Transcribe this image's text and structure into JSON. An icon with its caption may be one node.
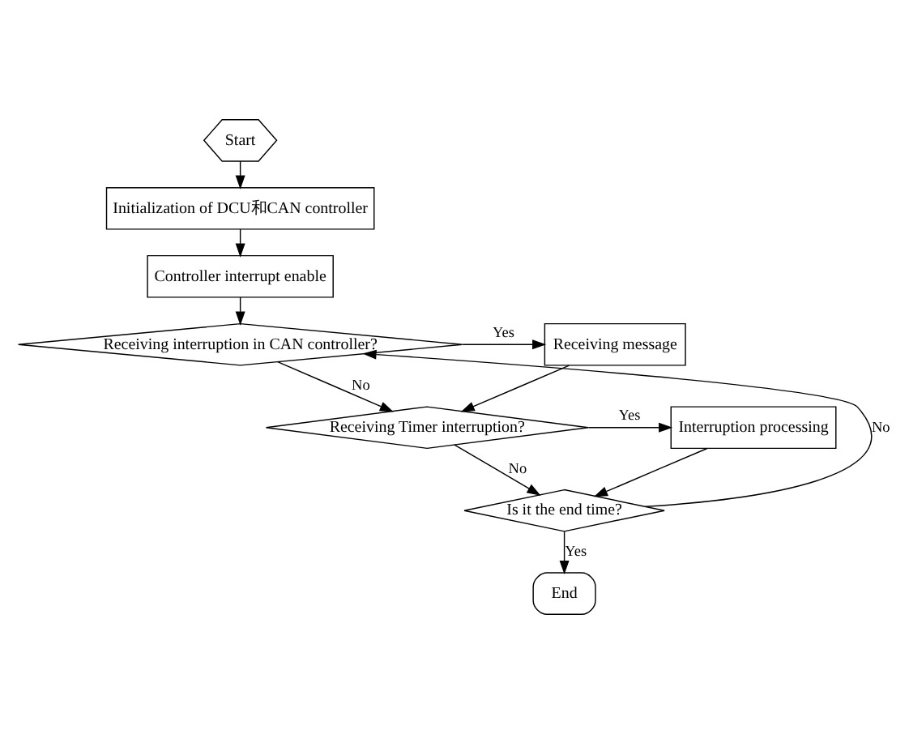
{
  "diagram": {
    "nodes": [
      {
        "text": [
          "Start"
        ]
      },
      {
        "text": [
          "Initialization of DCU和CAN controller"
        ]
      },
      {
        "text": [
          "Controller interrupt enable"
        ]
      },
      {
        "text": [
          "Receiving interruption in CAN controller?"
        ]
      },
      {
        "text": [
          "Receiving message"
        ]
      },
      {
        "text": [
          "Receiving Timer interruption?"
        ]
      },
      {
        "text": [
          "Interruption processing"
        ]
      },
      {
        "text": [
          "Is it the end time?"
        ]
      },
      {
        "text": [
          "End"
        ]
      }
    ],
    "edges": [
      {
        "from": 0,
        "to": 1,
        "arrow": "to"
      },
      {
        "from": 1,
        "to": 2,
        "arrow": "to"
      },
      {
        "from": 2,
        "to": 3,
        "arrow": "to"
      },
      {
        "from": 3,
        "to": 4,
        "arrow": "to",
        "label": "Yes"
      },
      {
        "from": 3,
        "to": 5,
        "arrow": "to",
        "label": "No"
      },
      {
        "from": 4,
        "to": 5,
        "arrow": "to"
      },
      {
        "from": 5,
        "to": 6,
        "arrow": "to",
        "label": "Yes"
      },
      {
        "from": 5,
        "to": 7,
        "arrow": "to",
        "label": "No"
      },
      {
        "from": 6,
        "to": 7,
        "arrow": "to"
      },
      {
        "from": 7,
        "to": 3,
        "arrow": "to",
        "label": "No"
      },
      {
        "from": 7,
        "to": 8,
        "arrow": "to",
        "label": "Yes"
      }
    ]
  }
}
